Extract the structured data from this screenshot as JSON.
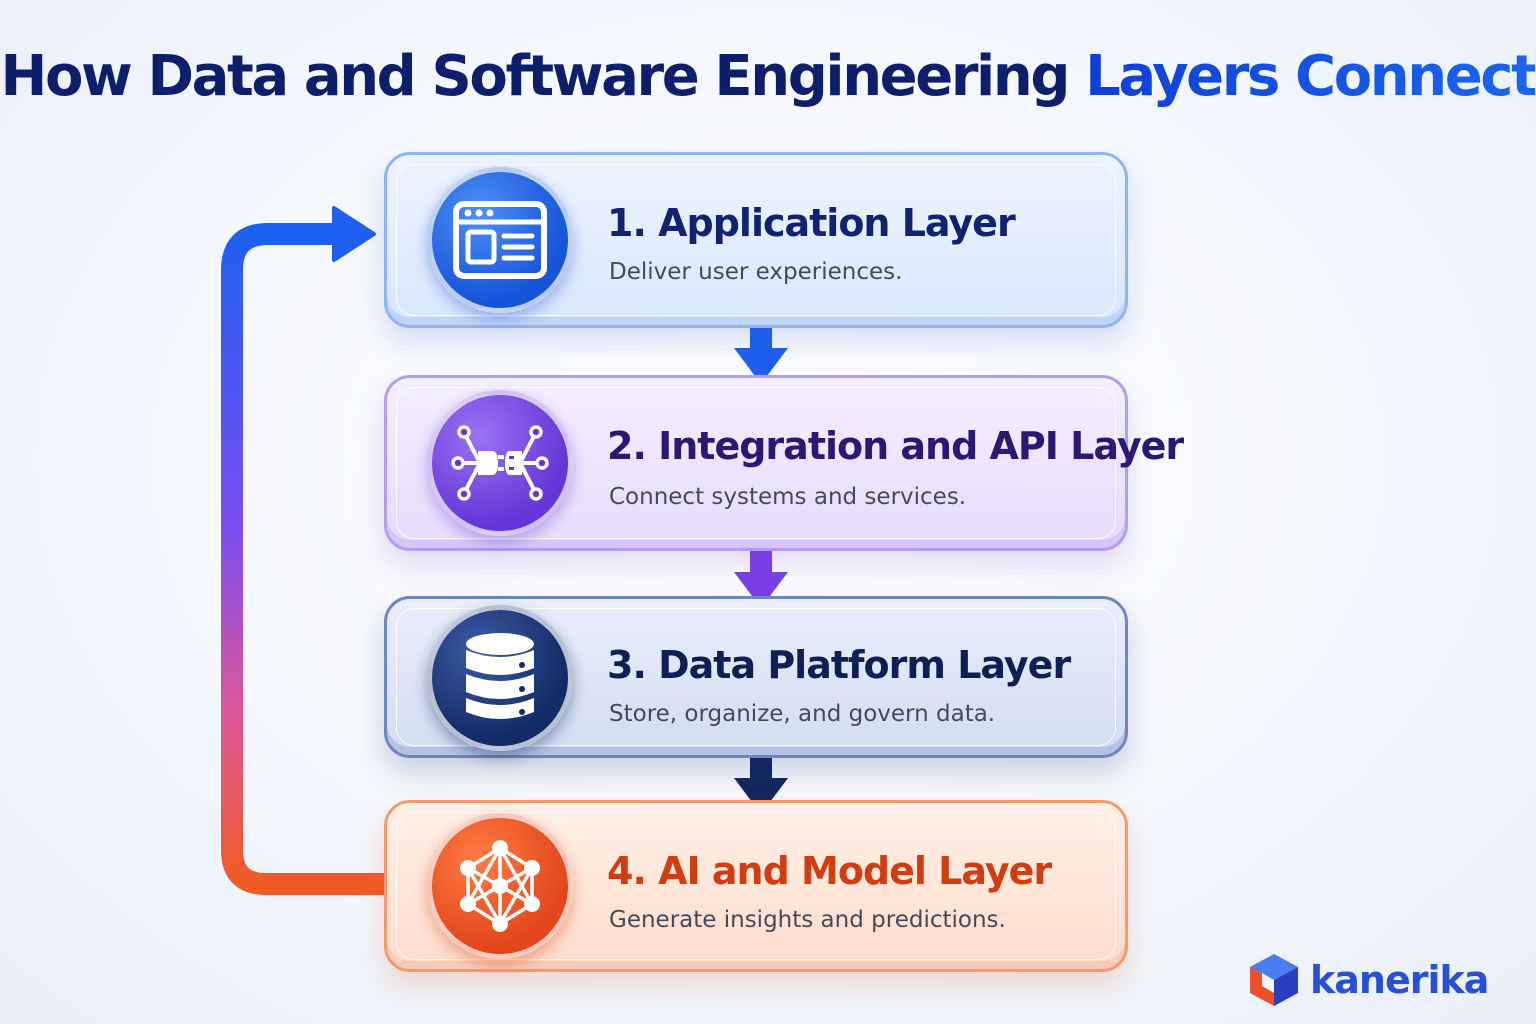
{
  "title": {
    "part1": "How Data and Software Engineering",
    "part2": "Layers Connect"
  },
  "layers": [
    {
      "number": "1.",
      "name": "Application Layer",
      "description": "Deliver user experiences.",
      "icon": "browser-window-icon",
      "color": "#1553d8"
    },
    {
      "number": "2.",
      "name": "Integration and API Layer",
      "description": "Connect systems and services.",
      "icon": "plug-connector-icon",
      "color": "#6435d8"
    },
    {
      "number": "3.",
      "name": "Data Platform Layer",
      "description": "Store, organize, and govern data.",
      "icon": "database-icon",
      "color": "#122a66"
    },
    {
      "number": "4.",
      "name": "AI and Model Layer",
      "description": "Generate insights and predictions.",
      "icon": "neural-network-icon",
      "color": "#e2461a"
    }
  ],
  "layer_titles": [
    "1.  Application Layer",
    "2.  Integration and API Layer",
    "3.  Data Platform Layer",
    "4.  AI and Model Layer"
  ],
  "brand": {
    "name": "kanerika",
    "icon": "cube-logo-icon"
  },
  "colors": {
    "title_dark": "#0d1f6b",
    "title_accent": "#1a66f0",
    "feedback_arrow_top": "#1f5ff0",
    "feedback_arrow_bottom": "#f05a24"
  }
}
